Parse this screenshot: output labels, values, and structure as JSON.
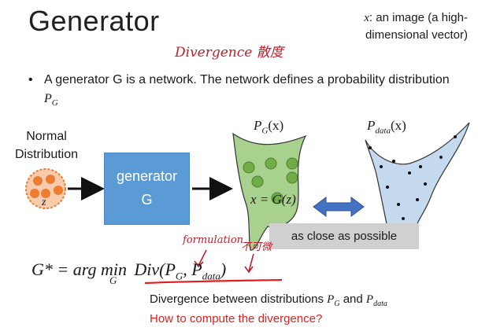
{
  "slide": {
    "title": "Generator",
    "note_var": "x",
    "note_text_line1": ": an image (a high-",
    "note_text_line2": "dimensional vector)",
    "bullet": "A generator G is a network. The network defines a probability distribution",
    "bullet_sym": "P",
    "bullet_sub": "G"
  },
  "diagram": {
    "normal_label_line1": "Normal",
    "normal_label_line2": "Distribution",
    "z_label": "z",
    "generator_line1": "generator",
    "generator_line2": "G",
    "pg_label": "P",
    "pg_sub": "G",
    "pg_arg": "(x)",
    "pdata_label": "P",
    "pdata_sub": "data",
    "pdata_arg": "(x)",
    "x_eq": "x = G(z)",
    "close_label": "as close as possible"
  },
  "formula": {
    "lhs": "G* = arg min",
    "min_sub": "G",
    "div": "Div(P",
    "div_sub1": "G",
    "div_mid": ", P",
    "div_sub2": "data",
    "div_end": ")"
  },
  "description": {
    "line1_pre": "Divergence between distributions",
    "line1_p1": "P",
    "line1_s1": "G",
    "line1_and": "and",
    "line1_p2": "P",
    "line1_s2": "data",
    "line2": "How to compute the divergence?"
  },
  "handwriting": {
    "divergence": "Divergence 散度",
    "formulation": "formulation",
    "nodiff": "不可微"
  },
  "colors": {
    "generator_fill": "#5b9bd5",
    "pg_fill": "#a9d18e",
    "pg_dots": "#70ad47",
    "pdata_fill": "#c5d9ef",
    "arrow_blue": "#4472c4",
    "z_dots": "#ed7d31",
    "handwriting": "#c0202a",
    "red_text": "#e02020"
  }
}
